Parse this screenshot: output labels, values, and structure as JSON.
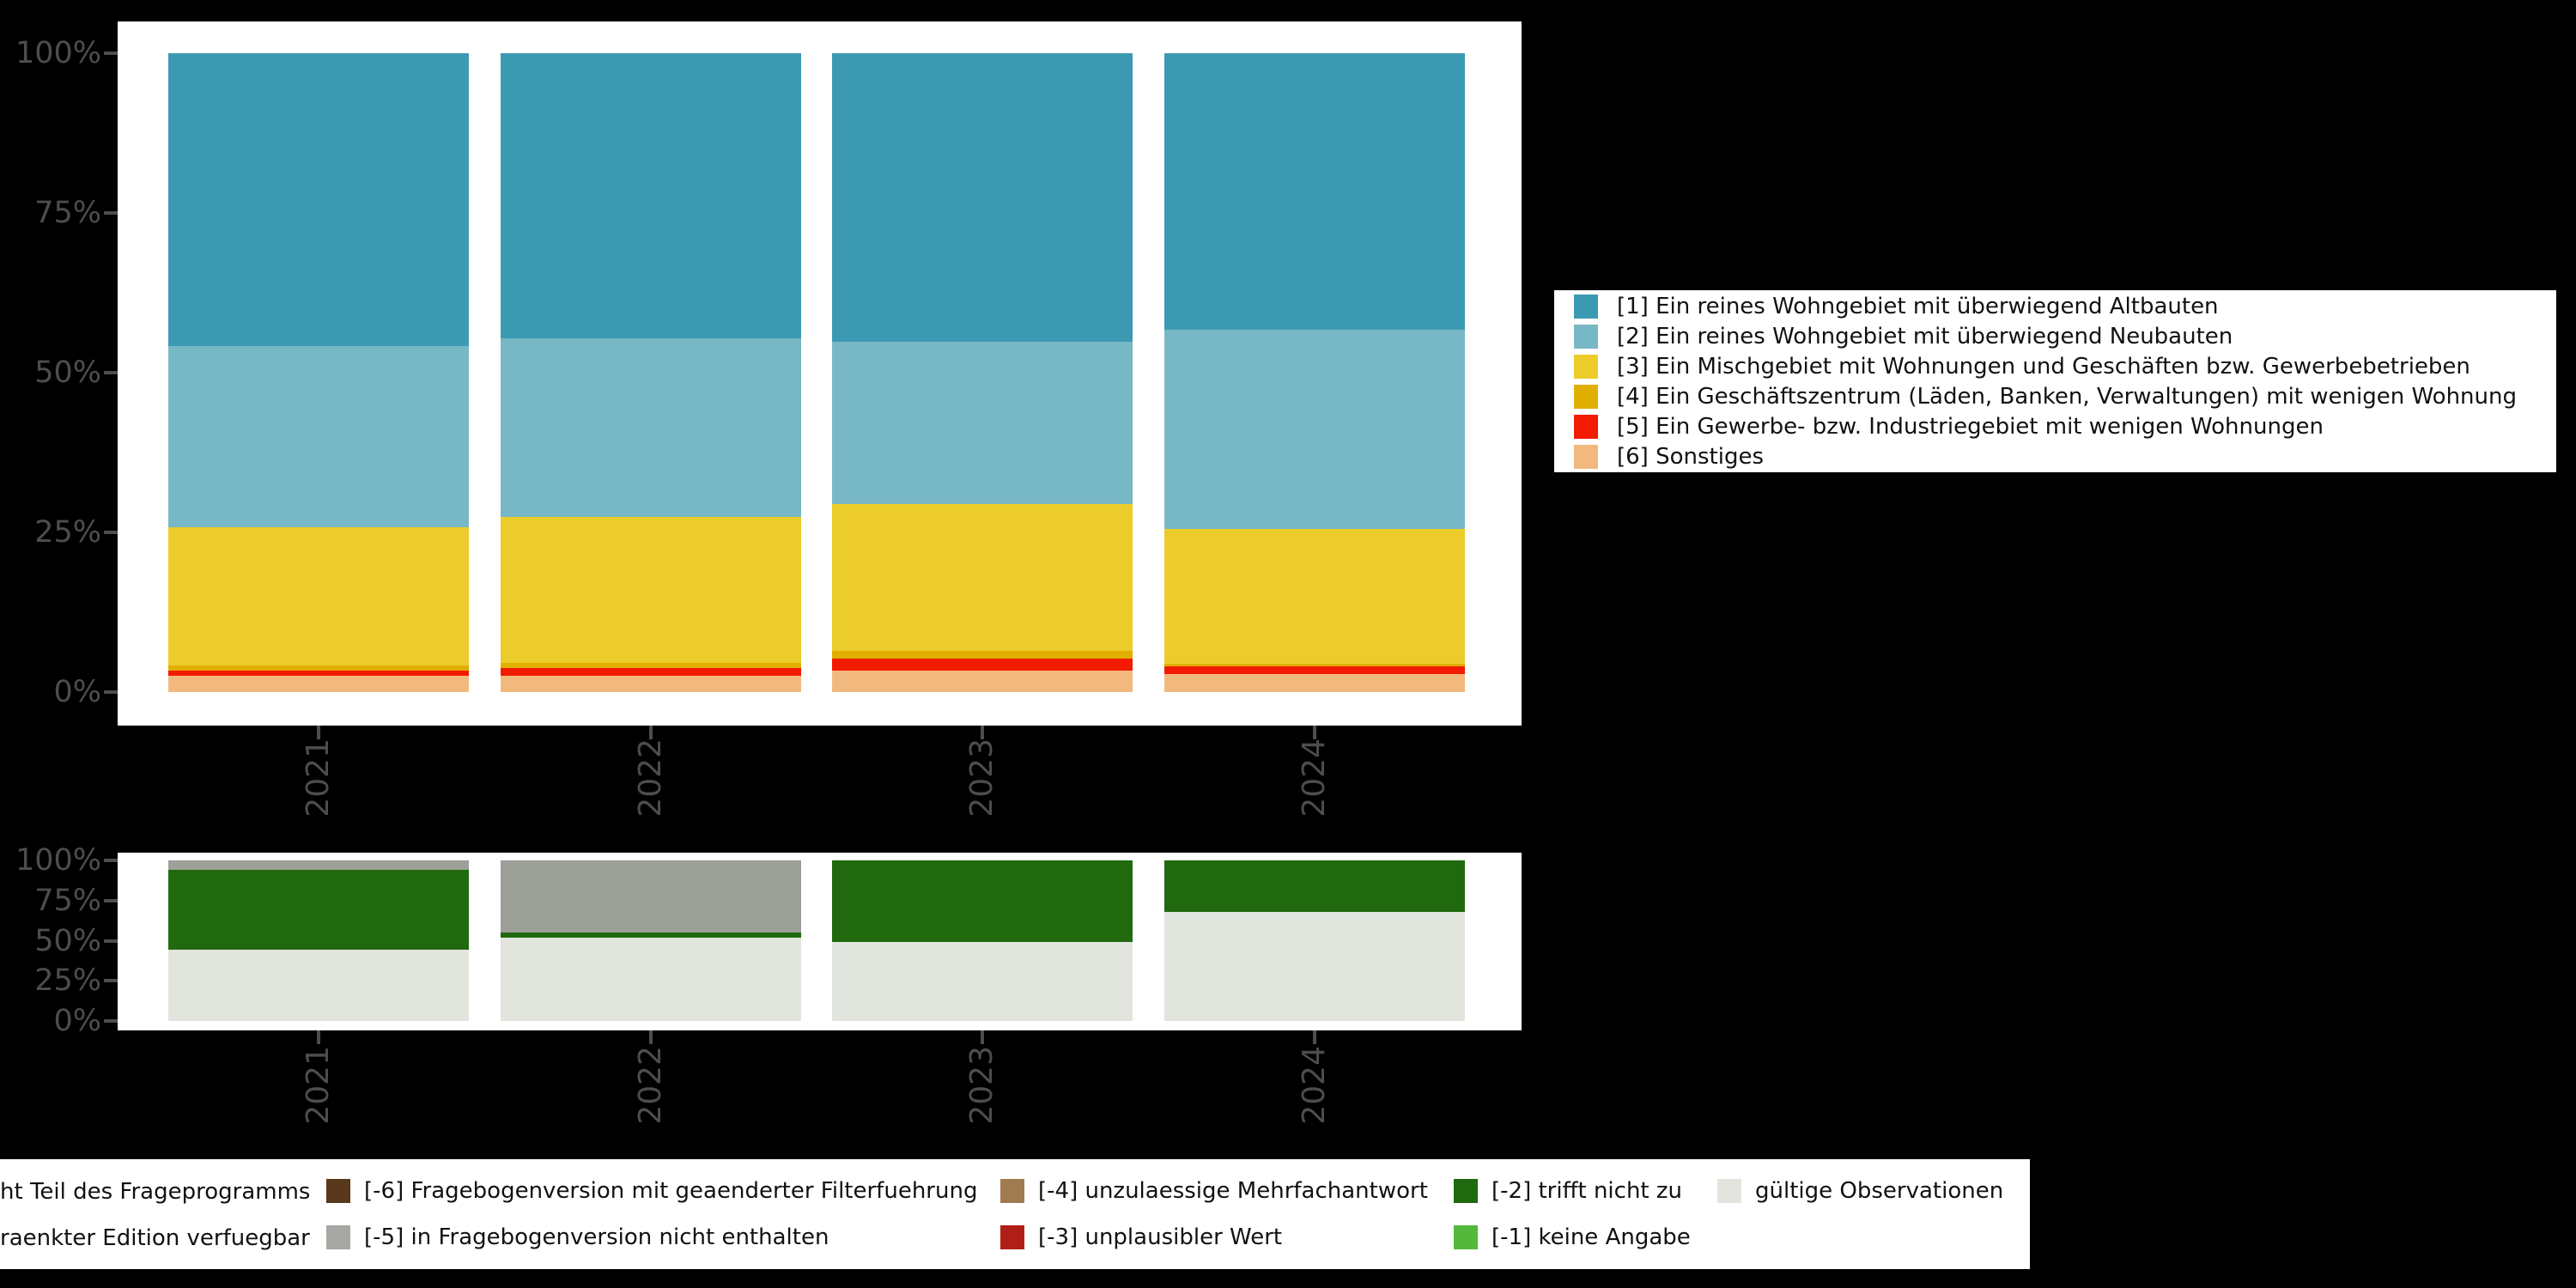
{
  "colors": {
    "background": "#000000",
    "panel": "#ffffff",
    "axis_text": "#4d4d4d"
  },
  "chart_data": [
    {
      "type": "bar",
      "stacked": true,
      "percent": true,
      "title": "",
      "categories": [
        "2021",
        "2022",
        "2023",
        "2024"
      ],
      "ylim": [
        0,
        100
      ],
      "y_ticks": [
        "100%",
        "75%",
        "50%",
        "25%",
        "0%"
      ],
      "grid": false,
      "legend_position": "right",
      "series": [
        {
          "name": "[6] Sonstiges",
          "color": "#F2B97F",
          "values": [
            2.5,
            2.5,
            3.3,
            2.8
          ]
        },
        {
          "name": "[5] Ein Gewerbe- bzw. Industriegebiet mit wenigen Wohnungen",
          "color": "#F21A00",
          "values": [
            0.8,
            1.3,
            1.9,
            1.2
          ]
        },
        {
          "name": "[4] Ein Geschäftszentrum (Läden, Banken, Verwaltungen) mit wenigen Wohnung",
          "color": "#E1AF00",
          "values": [
            0.8,
            0.8,
            1.3,
            0.4
          ]
        },
        {
          "name": "[3] Ein Mischgebiet mit Wohnungen und Geschäften bzw. Gewerbebetrieben",
          "color": "#EBCC2A",
          "values": [
            21.7,
            22.8,
            23.0,
            21.2
          ]
        },
        {
          "name": "[2] Ein reines Wohngebiet mit überwiegend Neubauten",
          "color": "#78B7C5",
          "values": [
            28.3,
            28.0,
            25.3,
            31.1
          ]
        },
        {
          "name": "[1] Ein reines Wohngebiet mit überwiegend Altbauten",
          "color": "#3B9AB2",
          "values": [
            45.9,
            44.6,
            45.2,
            43.3
          ]
        }
      ]
    },
    {
      "type": "bar",
      "stacked": true,
      "percent": true,
      "title": "",
      "categories": [
        "2021",
        "2022",
        "2023",
        "2024"
      ],
      "ylim": [
        0,
        100
      ],
      "y_ticks": [
        "100%",
        "75%",
        "50%",
        "25%",
        "0%"
      ],
      "grid": false,
      "legend_position": "bottom",
      "series": [
        {
          "name": "gültige Observationen",
          "color": "#E1E5DE",
          "values": [
            44.4,
            51.9,
            49.2,
            67.9
          ]
        },
        {
          "name": "[-2] trifft nicht zu",
          "color": "#20690E",
          "values": [
            49.7,
            3.2,
            50.8,
            32.1
          ]
        },
        {
          "name": "[-5] in Fragebogenversion nicht enthalten",
          "color": "#9DA099",
          "values": [
            5.9,
            44.9,
            0,
            0
          ]
        }
      ]
    }
  ],
  "top_legend": {
    "entries": [
      {
        "label": "[1] Ein reines Wohngebiet mit überwiegend Altbauten",
        "color": "#3B9AB2"
      },
      {
        "label": "[2] Ein reines Wohngebiet mit überwiegend Neubauten",
        "color": "#78B7C5"
      },
      {
        "label": "[3] Ein Mischgebiet mit Wohnungen und Geschäften bzw. Gewerbebetrieben",
        "color": "#EBCC2A"
      },
      {
        "label": "[4] Ein Geschäftszentrum (Läden, Banken, Verwaltungen) mit wenigen Wohnung",
        "color": "#E1AF00"
      },
      {
        "label": "[5] Ein Gewerbe- bzw. Industriegebiet mit wenigen Wohnungen",
        "color": "#F21A00"
      },
      {
        "label": "[6] Sonstiges",
        "color": "#F2B97F"
      }
    ]
  },
  "bottom_legend": {
    "rows": [
      [
        {
          "label": "ht Teil des Frageprogramms",
          "color": null,
          "clipped_left": true
        },
        {
          "label": "[-6] Fragebogenversion mit geaenderter Filterfuehrung",
          "color": "#5A381C"
        },
        {
          "label": "[-4] unzulaessige Mehrfachantwort",
          "color": "#A07B50"
        },
        {
          "label": "[-2] trifft nicht zu",
          "color": "#20690E"
        },
        {
          "label": "gültige Observationen",
          "color": "#E1E5DE"
        }
      ],
      [
        {
          "label": "raenkter Edition verfuegbar",
          "color": null,
          "clipped_left": true
        },
        {
          "label": "[-5] in Fragebogenversion nicht enthalten",
          "color": "#A6A8A3"
        },
        {
          "label": "[-3] unplausibler Wert",
          "color": "#B01F17"
        },
        {
          "label": "[-1] keine Angabe",
          "color": "#53B83C"
        }
      ]
    ]
  }
}
